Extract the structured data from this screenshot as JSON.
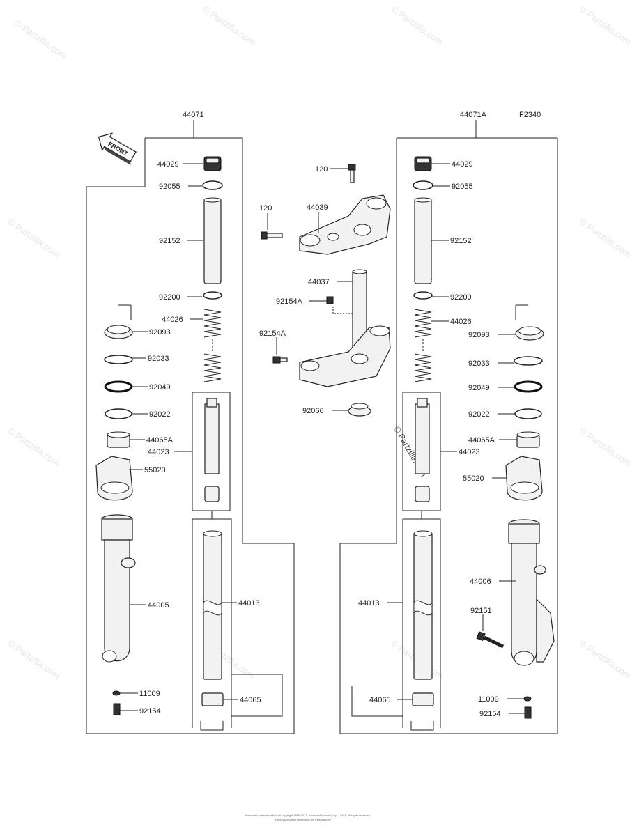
{
  "diagram_id": "F2340",
  "watermark": "© Partzilla.com",
  "footer": {
    "line1": "Kawasaki materials within all copyright 1985-2017, Kawasaki Motors Corp., U.S.A. All rights reserved.",
    "line2": "Reproduced with permission by Partzilla.com"
  },
  "front_label": "FRONT",
  "assemblies": {
    "left": "44071",
    "right": "44071A"
  },
  "labels": {
    "l44029": "44029",
    "l92055": "92055",
    "l92152": "92152",
    "l92200": "92200",
    "l44026": "44026",
    "l92093": "92093",
    "l92033": "92033",
    "l92049": "92049",
    "l92022": "92022",
    "l44065A": "44065A",
    "l44023": "44023",
    "l55020": "55020",
    "l44005": "44005",
    "l44013": "44013",
    "l11009": "11009",
    "l92154": "92154",
    "l44065": "44065",
    "c120a": "120",
    "c120b": "120",
    "c44039": "44039",
    "c44037": "44037",
    "c92154Aa": "92154A",
    "c92154Ab": "92154A",
    "c92066": "92066",
    "r44029": "44029",
    "r92055": "92055",
    "r92152": "92152",
    "r92200": "92200",
    "r44026": "44026",
    "r92093": "92093",
    "r92033": "92033",
    "r92049": "92049",
    "r92022": "92022",
    "r44065A": "44065A",
    "r44023": "44023",
    "r55020": "55020",
    "r44006": "44006",
    "r92151": "92151",
    "r44013": "44013",
    "r44065": "44065",
    "r11009": "11009",
    "r92154": "92154"
  }
}
